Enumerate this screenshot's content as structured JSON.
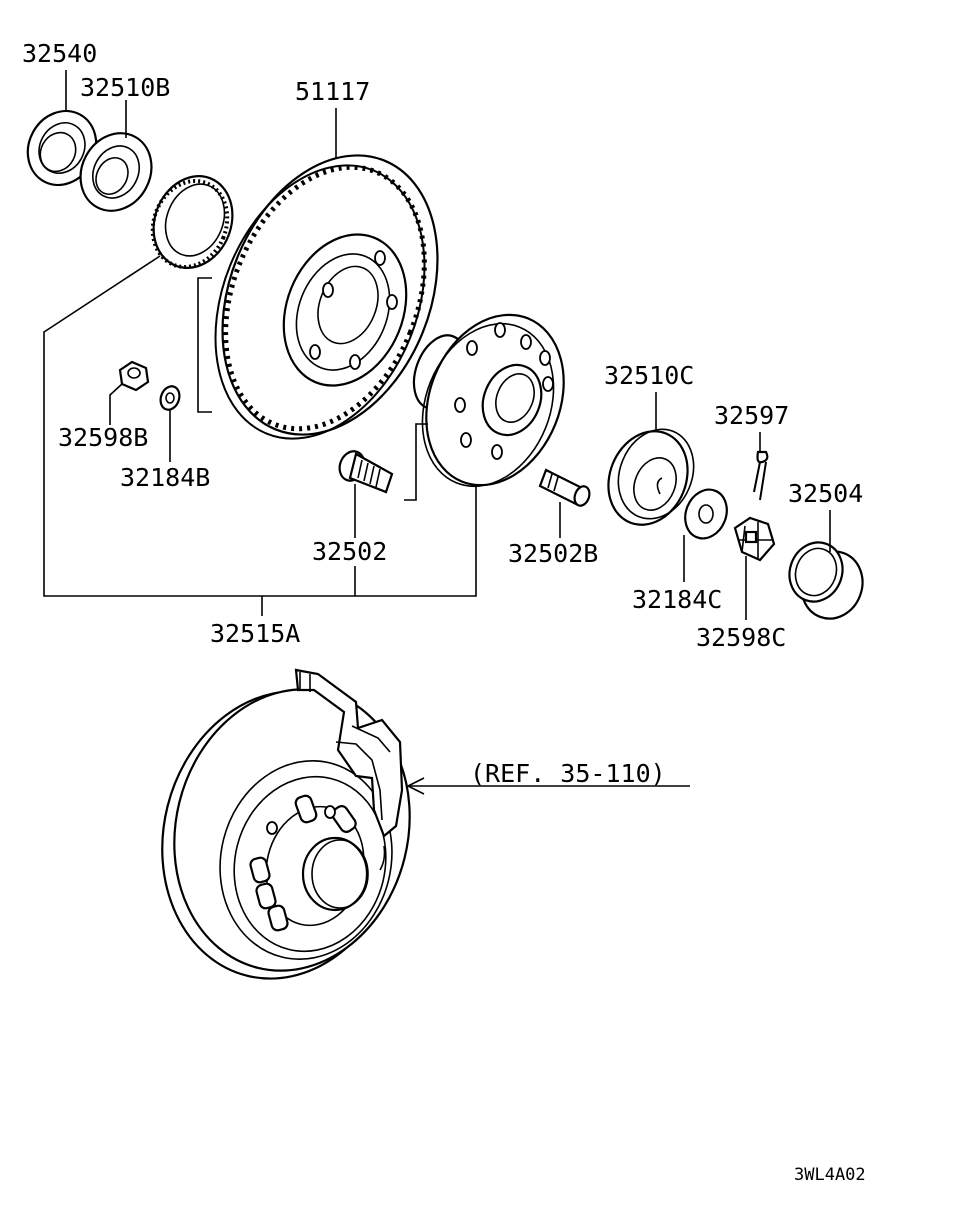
{
  "diagram": {
    "labels": {
      "p32540": "32540",
      "p32510B": "32510B",
      "p51117": "51117",
      "p32598B": "32598B",
      "p32184B": "32184B",
      "p32502": "32502",
      "p32515A": "32515A",
      "p32502B": "32502B",
      "p32510C": "32510C",
      "p32597": "32597",
      "p32504": "32504",
      "p32184C": "32184C",
      "p32598C": "32598C",
      "ref": "(REF. 35-110)"
    },
    "drawing_code": "3WL4A02"
  }
}
